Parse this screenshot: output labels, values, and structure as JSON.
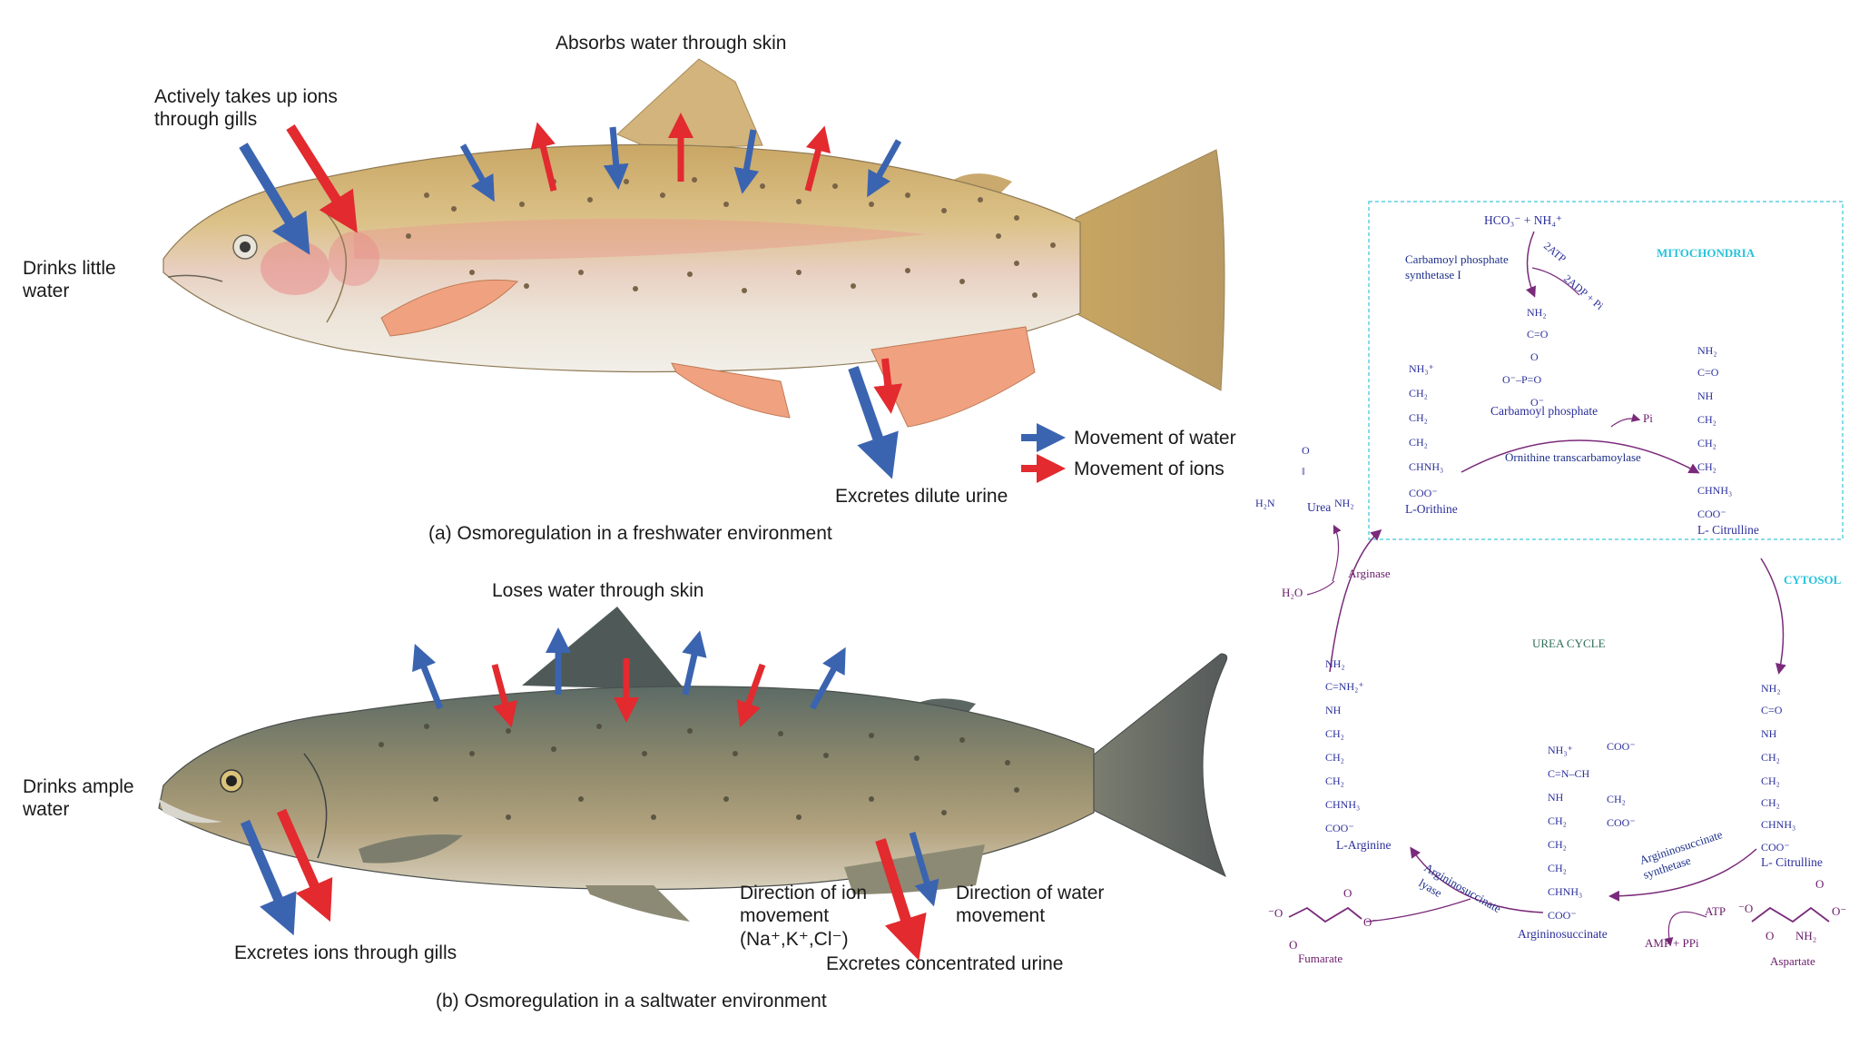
{
  "fish_a": {
    "absorbs_water": "Absorbs water through skin",
    "ions_gills_1": "Actively takes up ions",
    "ions_gills_2": "through gills",
    "drinks_1": "Drinks little",
    "drinks_2": "water",
    "legend_water": "Movement of water",
    "legend_ions": "Movement of ions",
    "urine": "Excretes dilute urine",
    "caption": "(a) Osmoregulation in a freshwater environment"
  },
  "fish_b": {
    "loses_water": "Loses water through skin",
    "drinks_1": "Drinks ample",
    "drinks_2": "water",
    "ions_gills": "Excretes ions through gills",
    "ion_dir_1": "Direction of ion",
    "ion_dir_2": "movement",
    "ion_dir_3": "(Na⁺,K⁺,Cl⁻)",
    "water_dir_1": "Direction of water",
    "water_dir_2": "movement",
    "urine": "Excretes concentrated urine",
    "caption": "(b) Osmoregulation in a saltwater environment"
  },
  "urea": {
    "reactants": "HCO₃⁻ + NH₄⁺",
    "cps_1": "Carbamoyl phosphate",
    "cps_2": "synthetase I",
    "atp2": "2ATP",
    "adp2": "2ADP + Pi",
    "mito": "MITOCHONDRIA",
    "carb_phos": "Carbamoyl phosphate",
    "pi": "Pi",
    "otc": "Ornithine transcarbamoylase",
    "ornithine": "L-Orithine",
    "citrulline_top": "L- Citrulline",
    "cytosol": "CYTOSOL",
    "urea": "Urea",
    "arginase": "Arginase",
    "h2o": "H₂O",
    "cycle": "UREA CYCLE",
    "arginine": "L-Arginine",
    "citrulline_bot": "L- Citrulline",
    "ass_1": "Argininosuccinate",
    "ass_2": "synthetase",
    "asl_1": "Argininosuccinate",
    "asl_2": "lyase",
    "argsucc": "Argininosuccinate",
    "fumarate": "Fumarate",
    "aspartate": "Aspartate",
    "atp": "ATP",
    "amp": "AMP + PPi"
  },
  "colors": {
    "water": "#3b64b0",
    "ions": "#e22a2f",
    "urea_text": "#2b2f9b",
    "enzyme_purple": "#6a1b6b",
    "mito_box": "#5fd0e0"
  }
}
